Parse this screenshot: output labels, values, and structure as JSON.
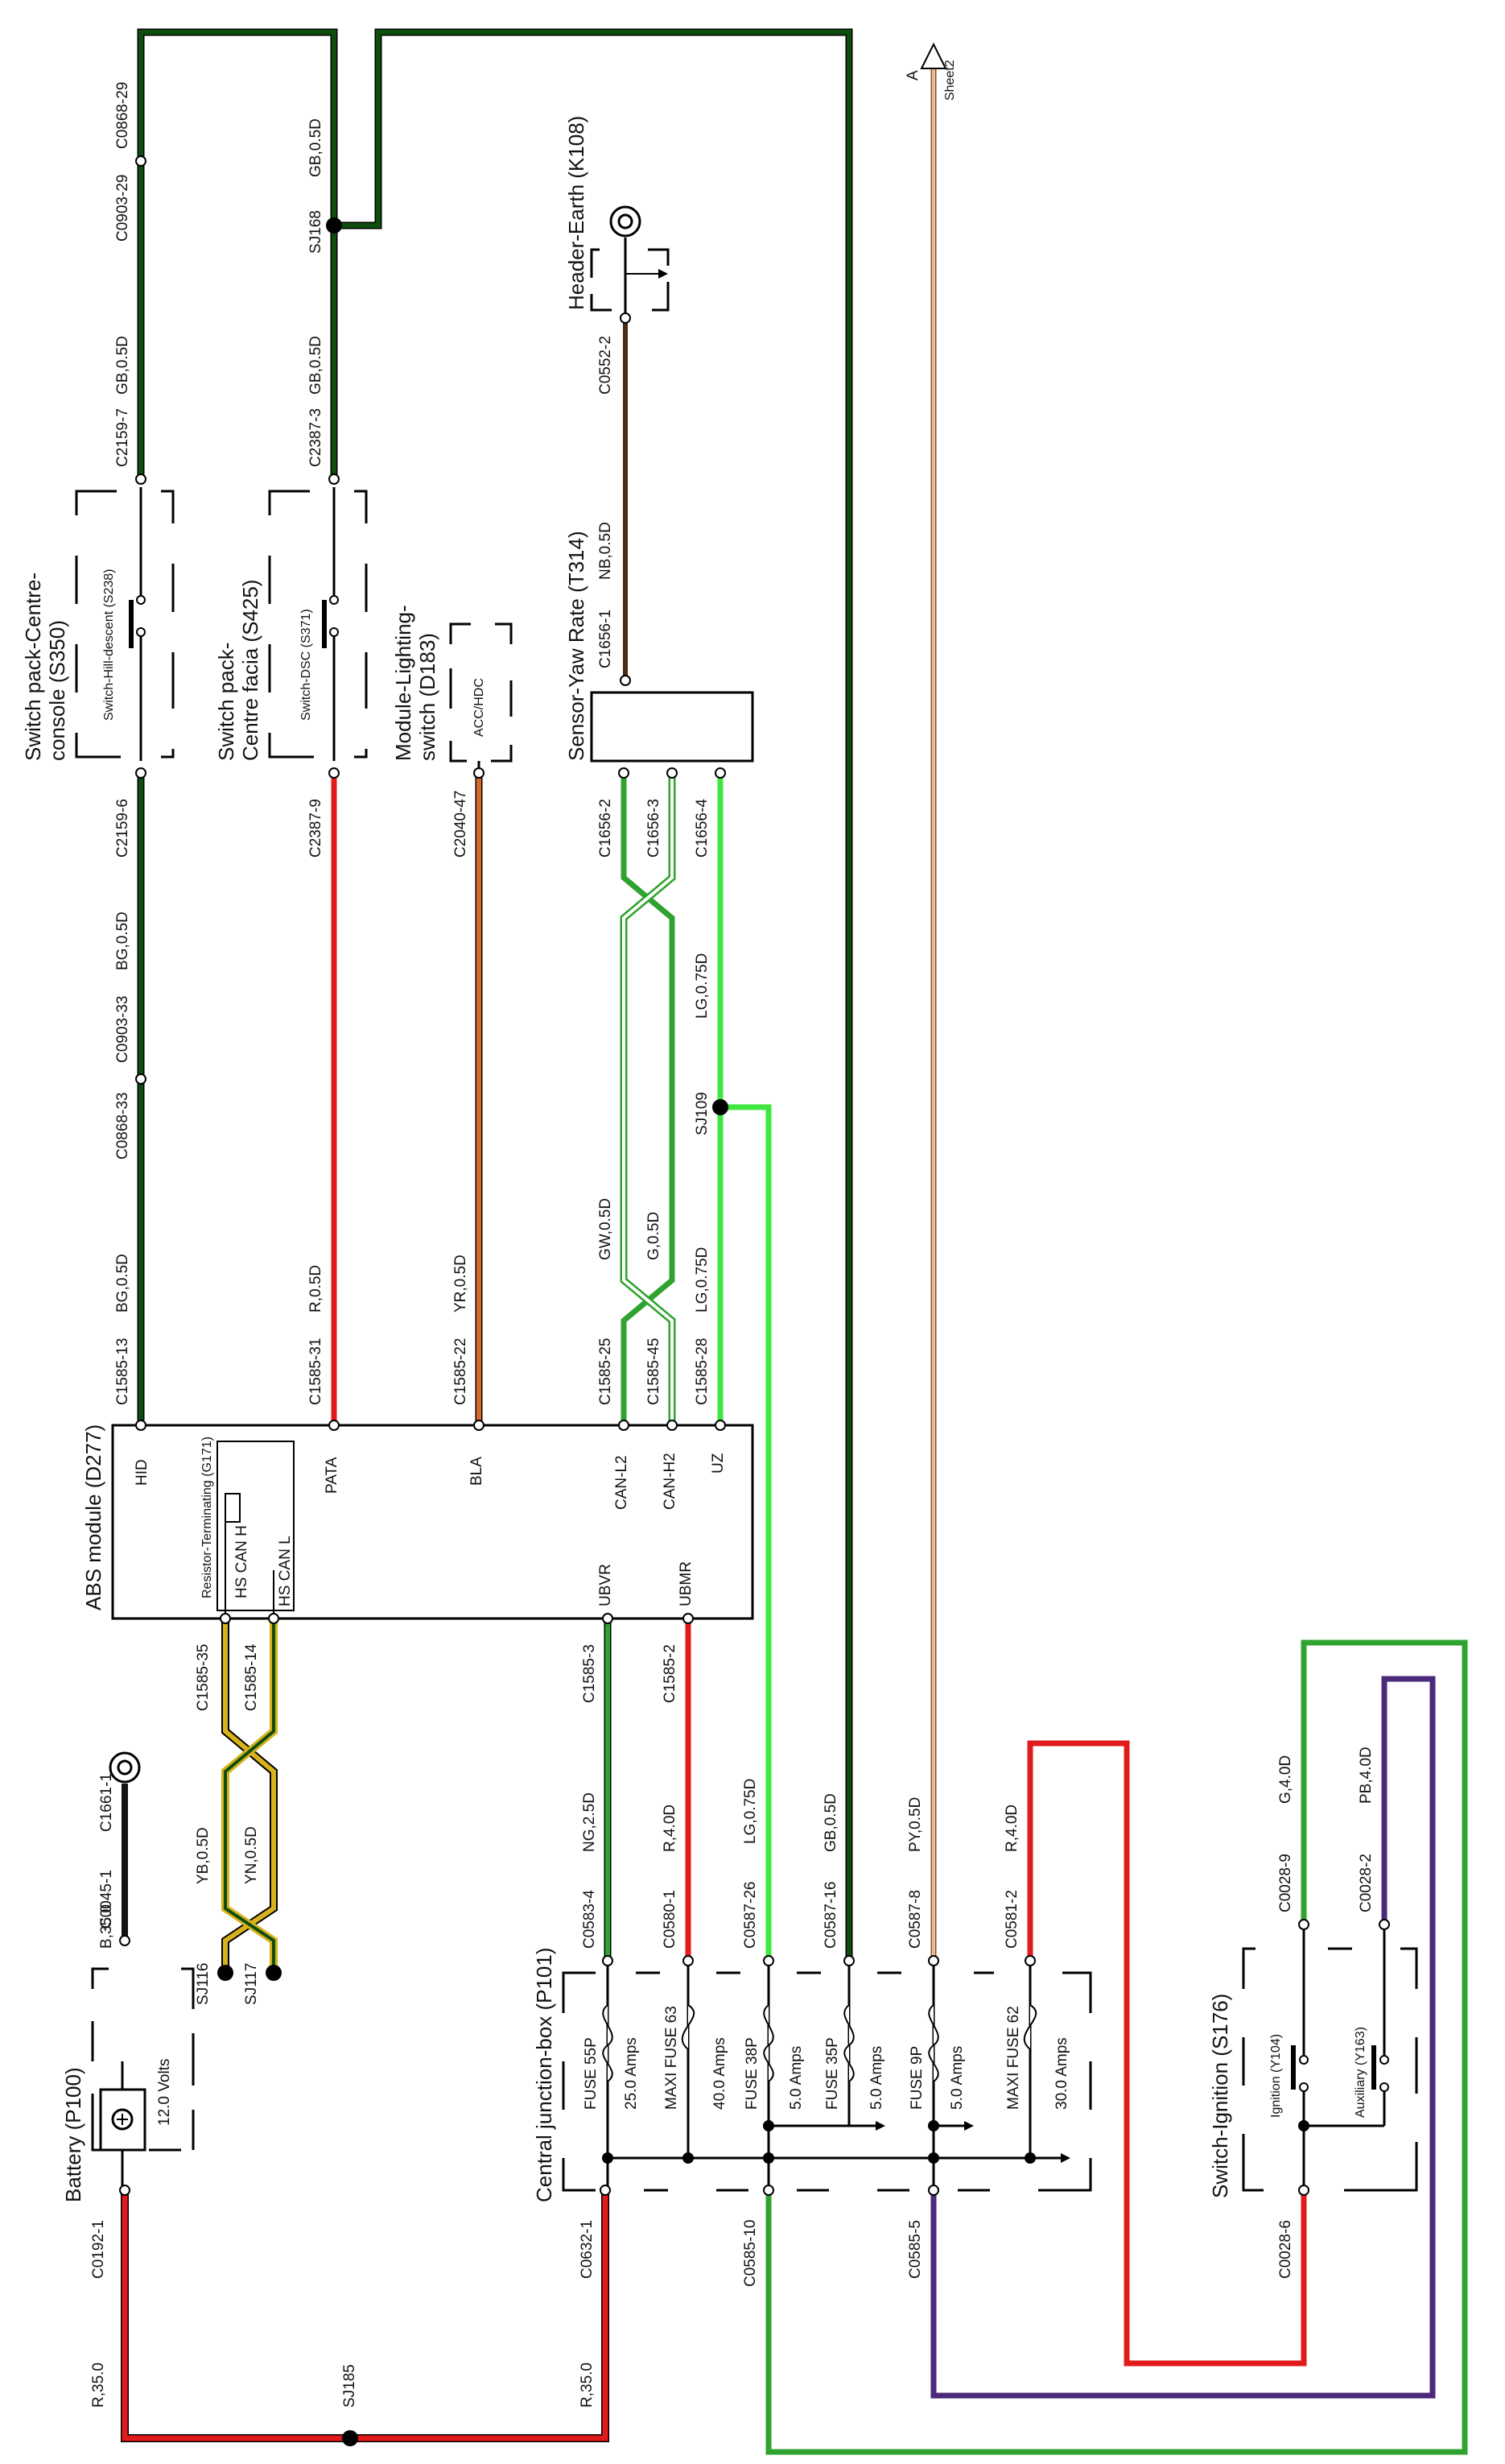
{
  "colors": {
    "red": "#e11b1b",
    "dark_green": "#0d4d0d",
    "green": "#2fa32f",
    "light_green": "#3ee63e",
    "orange": "#d9682a",
    "yellow": "#d8b21c",
    "violet": "#4b2a7a",
    "pink_tan": "#e8b89a",
    "black": "#111111",
    "brown": "#4a2a10"
  },
  "components": {
    "battery": {
      "title": "Battery (P100)",
      "voltage": "12.0 Volts"
    },
    "abs": {
      "title": "ABS module (D277)",
      "pins": {
        "hid": "HID",
        "pata": "PATA",
        "bla": "BLA",
        "can_l2": "CAN-L2",
        "can_h2": "CAN-H2",
        "uz": "UZ",
        "ubvr": "UBVR",
        "ubmr": "UBMR",
        "hs_can_h": "HS CAN H",
        "hs_can_l": "HS CAN L"
      },
      "resistor": "Resistor-Terminating (G171)"
    },
    "switch_pack_console": {
      "title_1": "Switch pack-Centre-",
      "title_2": "console (S350)",
      "inner": "Switch-Hill-descent (S238)"
    },
    "switch_pack_facia": {
      "title_1": "Switch pack-",
      "title_2": "Centre facia (S425)",
      "inner": "Switch-DSC (S371)"
    },
    "lighting": {
      "title_1": "Module-Lighting-",
      "title_2": "switch (D183)",
      "inner": "ACC/HDC"
    },
    "yaw": {
      "title": "Sensor-Yaw Rate (T314)"
    },
    "header_earth": {
      "title": "Header-Earth (K108)"
    },
    "cjb": {
      "title": "Central junction-box (P101)",
      "fuses": [
        {
          "name": "FUSE 55P",
          "rating": "25.0 Amps"
        },
        {
          "name": "MAXI FUSE 63",
          "rating": "40.0 Amps"
        },
        {
          "name": "FUSE 38P",
          "rating": "5.0 Amps"
        },
        {
          "name": "FUSE 35P",
          "rating": "5.0 Amps"
        },
        {
          "name": "FUSE 9P",
          "rating": "5.0 Amps"
        },
        {
          "name": "MAXI FUSE 62",
          "rating": "30.0 Amps"
        }
      ]
    },
    "ignition": {
      "title": "Switch-Ignition (S176)",
      "sw1": "Ignition (Y104)",
      "sw2": "Auxiliary (Y163)"
    },
    "sheet_ref": {
      "letter": "A",
      "sheet": "Sheet2"
    }
  },
  "connectors": {
    "c0192_1": "C0192-1",
    "c0045_1": "C0045-1",
    "c1661_1": "C1661-1",
    "c1585_13": "C1585-13",
    "c1585_31": "C1585-31",
    "c1585_22": "C1585-22",
    "c1585_25": "C1585-25",
    "c1585_45": "C1585-45",
    "c1585_28": "C1585-28",
    "c1585_35": "C1585-35",
    "c1585_14": "C1585-14",
    "c1585_3": "C1585-3",
    "c1585_2": "C1585-2",
    "c0868_33": "C0868-33",
    "c0903_33": "C0903-33",
    "c2159_6": "C2159-6",
    "c2159_7": "C2159-7",
    "c0903_29": "C0903-29",
    "c0868_29": "C0868-29",
    "c2387_9": "C2387-9",
    "c2387_3": "C2387-3",
    "c2040_47": "C2040-47",
    "c1656_2": "C1656-2",
    "c1656_3": "C1656-3",
    "c1656_4": "C1656-4",
    "c1656_1": "C1656-1",
    "c0552_2": "C0552-2",
    "c0583_4": "C0583-4",
    "c0580_1": "C0580-1",
    "c0587_26": "C0587-26",
    "c0587_16": "C0587-16",
    "c0587_8": "C0587-8",
    "c0581_2": "C0581-2",
    "c0632_1": "C0632-1",
    "c0585_10": "C0585-10",
    "c0585_5": "C0585-5",
    "c0028_9": "C0028-9",
    "c0028_2": "C0028-2",
    "c0028_6": "C0028-6"
  },
  "splices": {
    "sj185": "SJ185",
    "sj116": "SJ116",
    "sj117": "SJ117",
    "sj109": "SJ109",
    "sj168": "SJ168"
  },
  "wires": {
    "r35_left": "R,35.0",
    "r35_right": "R,35.0",
    "b35": "B,35.0",
    "bg05_a": "BG,0.5D",
    "bg05_b": "BG,0.5D",
    "gb05_a": "GB,0.5D",
    "gb05_b": "GB,0.5D",
    "gb05_c": "GB,0.5D",
    "r05": "R,0.5D",
    "yr05": "YR,0.5D",
    "gw05": "GW,0.5D",
    "g05": "G,0.5D",
    "lg075_a": "LG,0.75D",
    "lg075_b": "LG,0.75D",
    "lg075_c": "LG,0.75D",
    "nb05": "NB,0.5D",
    "yb05": "YB,0.5D",
    "yn05": "YN,0.5D",
    "ng25": "NG,2.5D",
    "r40_a": "R,4.0D",
    "r40_b": "R,4.0D",
    "py05": "PY,0.5D",
    "g40": "G,4.0D",
    "pb40": "PB,4.0D"
  }
}
